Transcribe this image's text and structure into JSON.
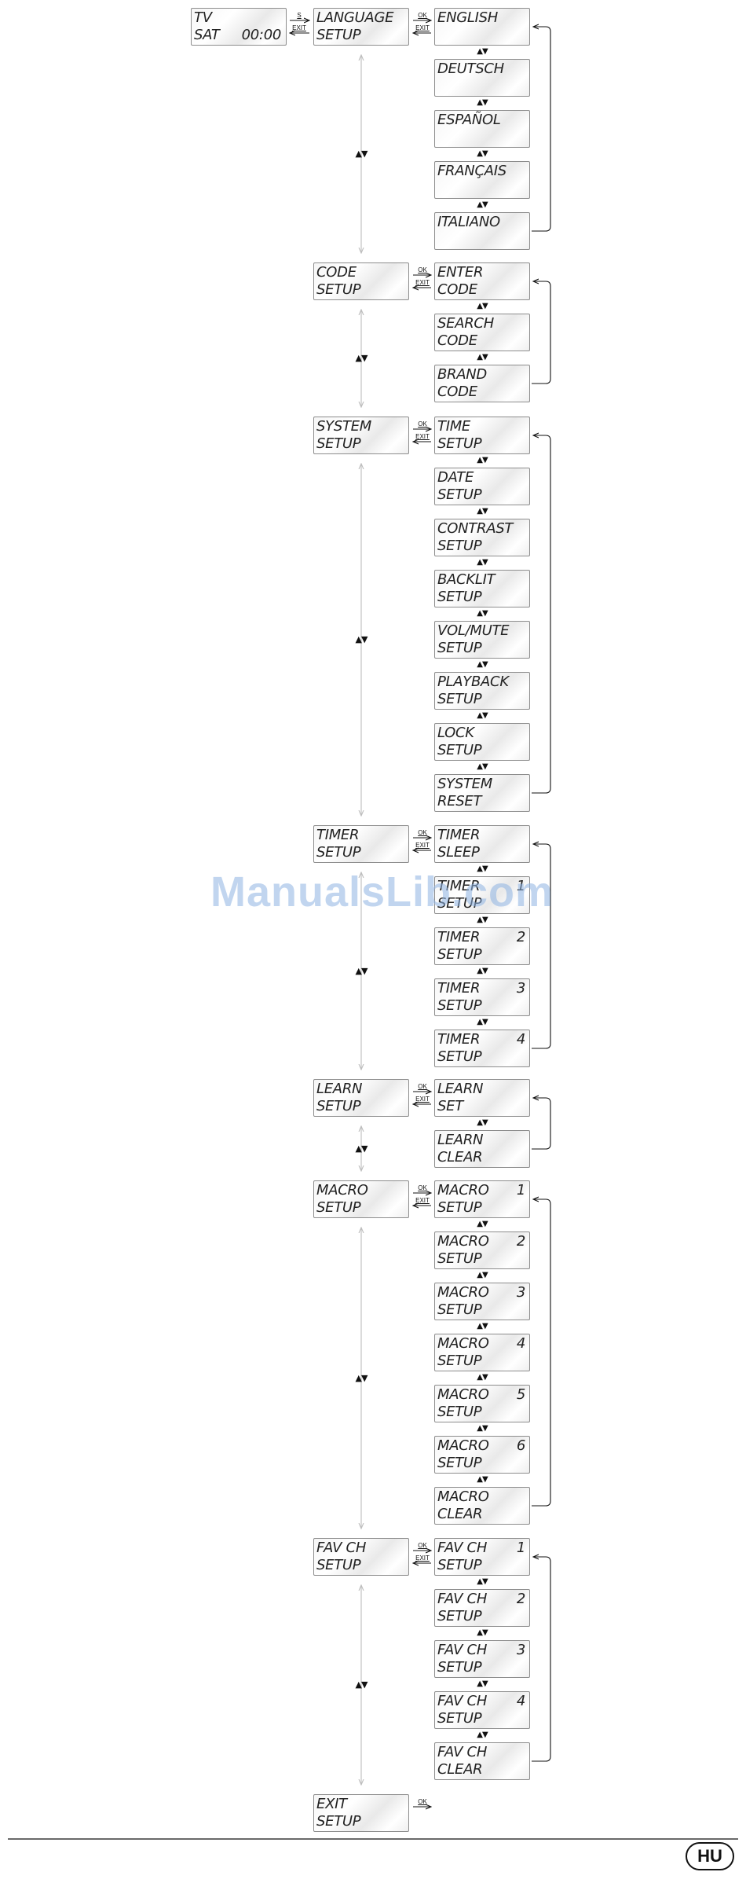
{
  "start_display": {
    "line1": "TV",
    "line2": "SAT",
    "time": "00:00"
  },
  "labels": {
    "s": "S",
    "ok": "OK",
    "exit": "EXIT",
    "updown": "▲▼"
  },
  "sections": [
    {
      "id": "language",
      "menu": [
        "LANGUAGE",
        "SETUP"
      ],
      "items": [
        {
          "l1": "ENGLISH",
          "l2": ""
        },
        {
          "l1": "DEUTSCH",
          "l2": ""
        },
        {
          "l1": "ESPAÑOL",
          "l2": ""
        },
        {
          "l1": "FRANÇAIS",
          "l2": ""
        },
        {
          "l1": "ITALIANO",
          "l2": ""
        }
      ]
    },
    {
      "id": "code",
      "menu": [
        "CODE",
        "SETUP"
      ],
      "items": [
        {
          "l1": "ENTER",
          "l2": "CODE"
        },
        {
          "l1": "SEARCH",
          "l2": "CODE"
        },
        {
          "l1": "BRAND",
          "l2": "CODE"
        }
      ]
    },
    {
      "id": "system",
      "menu": [
        "SYSTEM",
        "SETUP"
      ],
      "items": [
        {
          "l1": "TIME",
          "l2": "SETUP"
        },
        {
          "l1": "DATE",
          "l2": "SETUP"
        },
        {
          "l1": "CONTRAST",
          "l2": "SETUP"
        },
        {
          "l1": "BACKLIT",
          "l2": "SETUP"
        },
        {
          "l1": "VOL/MUTE",
          "l2": "SETUP"
        },
        {
          "l1": "PLAYBACK",
          "l2": "SETUP"
        },
        {
          "l1": "LOCK",
          "l2": "SETUP"
        },
        {
          "l1": "SYSTEM",
          "l2": "RESET"
        }
      ]
    },
    {
      "id": "timer",
      "menu": [
        "TIMER",
        "SETUP"
      ],
      "items": [
        {
          "l1": "TIMER",
          "l2": "SLEEP"
        },
        {
          "l1": "TIMER",
          "l2": "SETUP",
          "num": "1"
        },
        {
          "l1": "TIMER",
          "l2": "SETUP",
          "num": "2"
        },
        {
          "l1": "TIMER",
          "l2": "SETUP",
          "num": "3"
        },
        {
          "l1": "TIMER",
          "l2": "SETUP",
          "num": "4"
        }
      ]
    },
    {
      "id": "learn",
      "menu": [
        "LEARN",
        "SETUP"
      ],
      "items": [
        {
          "l1": "LEARN",
          "l2": "SET"
        },
        {
          "l1": "LEARN",
          "l2": "CLEAR"
        }
      ]
    },
    {
      "id": "macro",
      "menu": [
        "MACRO",
        "SETUP"
      ],
      "items": [
        {
          "l1": "MACRO",
          "l2": "SETUP",
          "num": "1"
        },
        {
          "l1": "MACRO",
          "l2": "SETUP",
          "num": "2"
        },
        {
          "l1": "MACRO",
          "l2": "SETUP",
          "num": "3"
        },
        {
          "l1": "MACRO",
          "l2": "SETUP",
          "num": "4"
        },
        {
          "l1": "MACRO",
          "l2": "SETUP",
          "num": "5"
        },
        {
          "l1": "MACRO",
          "l2": "SETUP",
          "num": "6"
        },
        {
          "l1": "MACRO",
          "l2": "CLEAR"
        }
      ]
    },
    {
      "id": "favch",
      "menu": [
        "FAV CH",
        "SETUP"
      ],
      "items": [
        {
          "l1": "FAV CH",
          "l2": "SETUP",
          "num": "1"
        },
        {
          "l1": "FAV CH",
          "l2": "SETUP",
          "num": "2"
        },
        {
          "l1": "FAV CH",
          "l2": "SETUP",
          "num": "3"
        },
        {
          "l1": "FAV CH",
          "l2": "SETUP",
          "num": "4"
        },
        {
          "l1": "FAV CH",
          "l2": "CLEAR"
        }
      ]
    }
  ],
  "exit_menu": [
    "EXIT",
    "SETUP"
  ],
  "watermark": "ManualsLib.com",
  "badge": "HU"
}
